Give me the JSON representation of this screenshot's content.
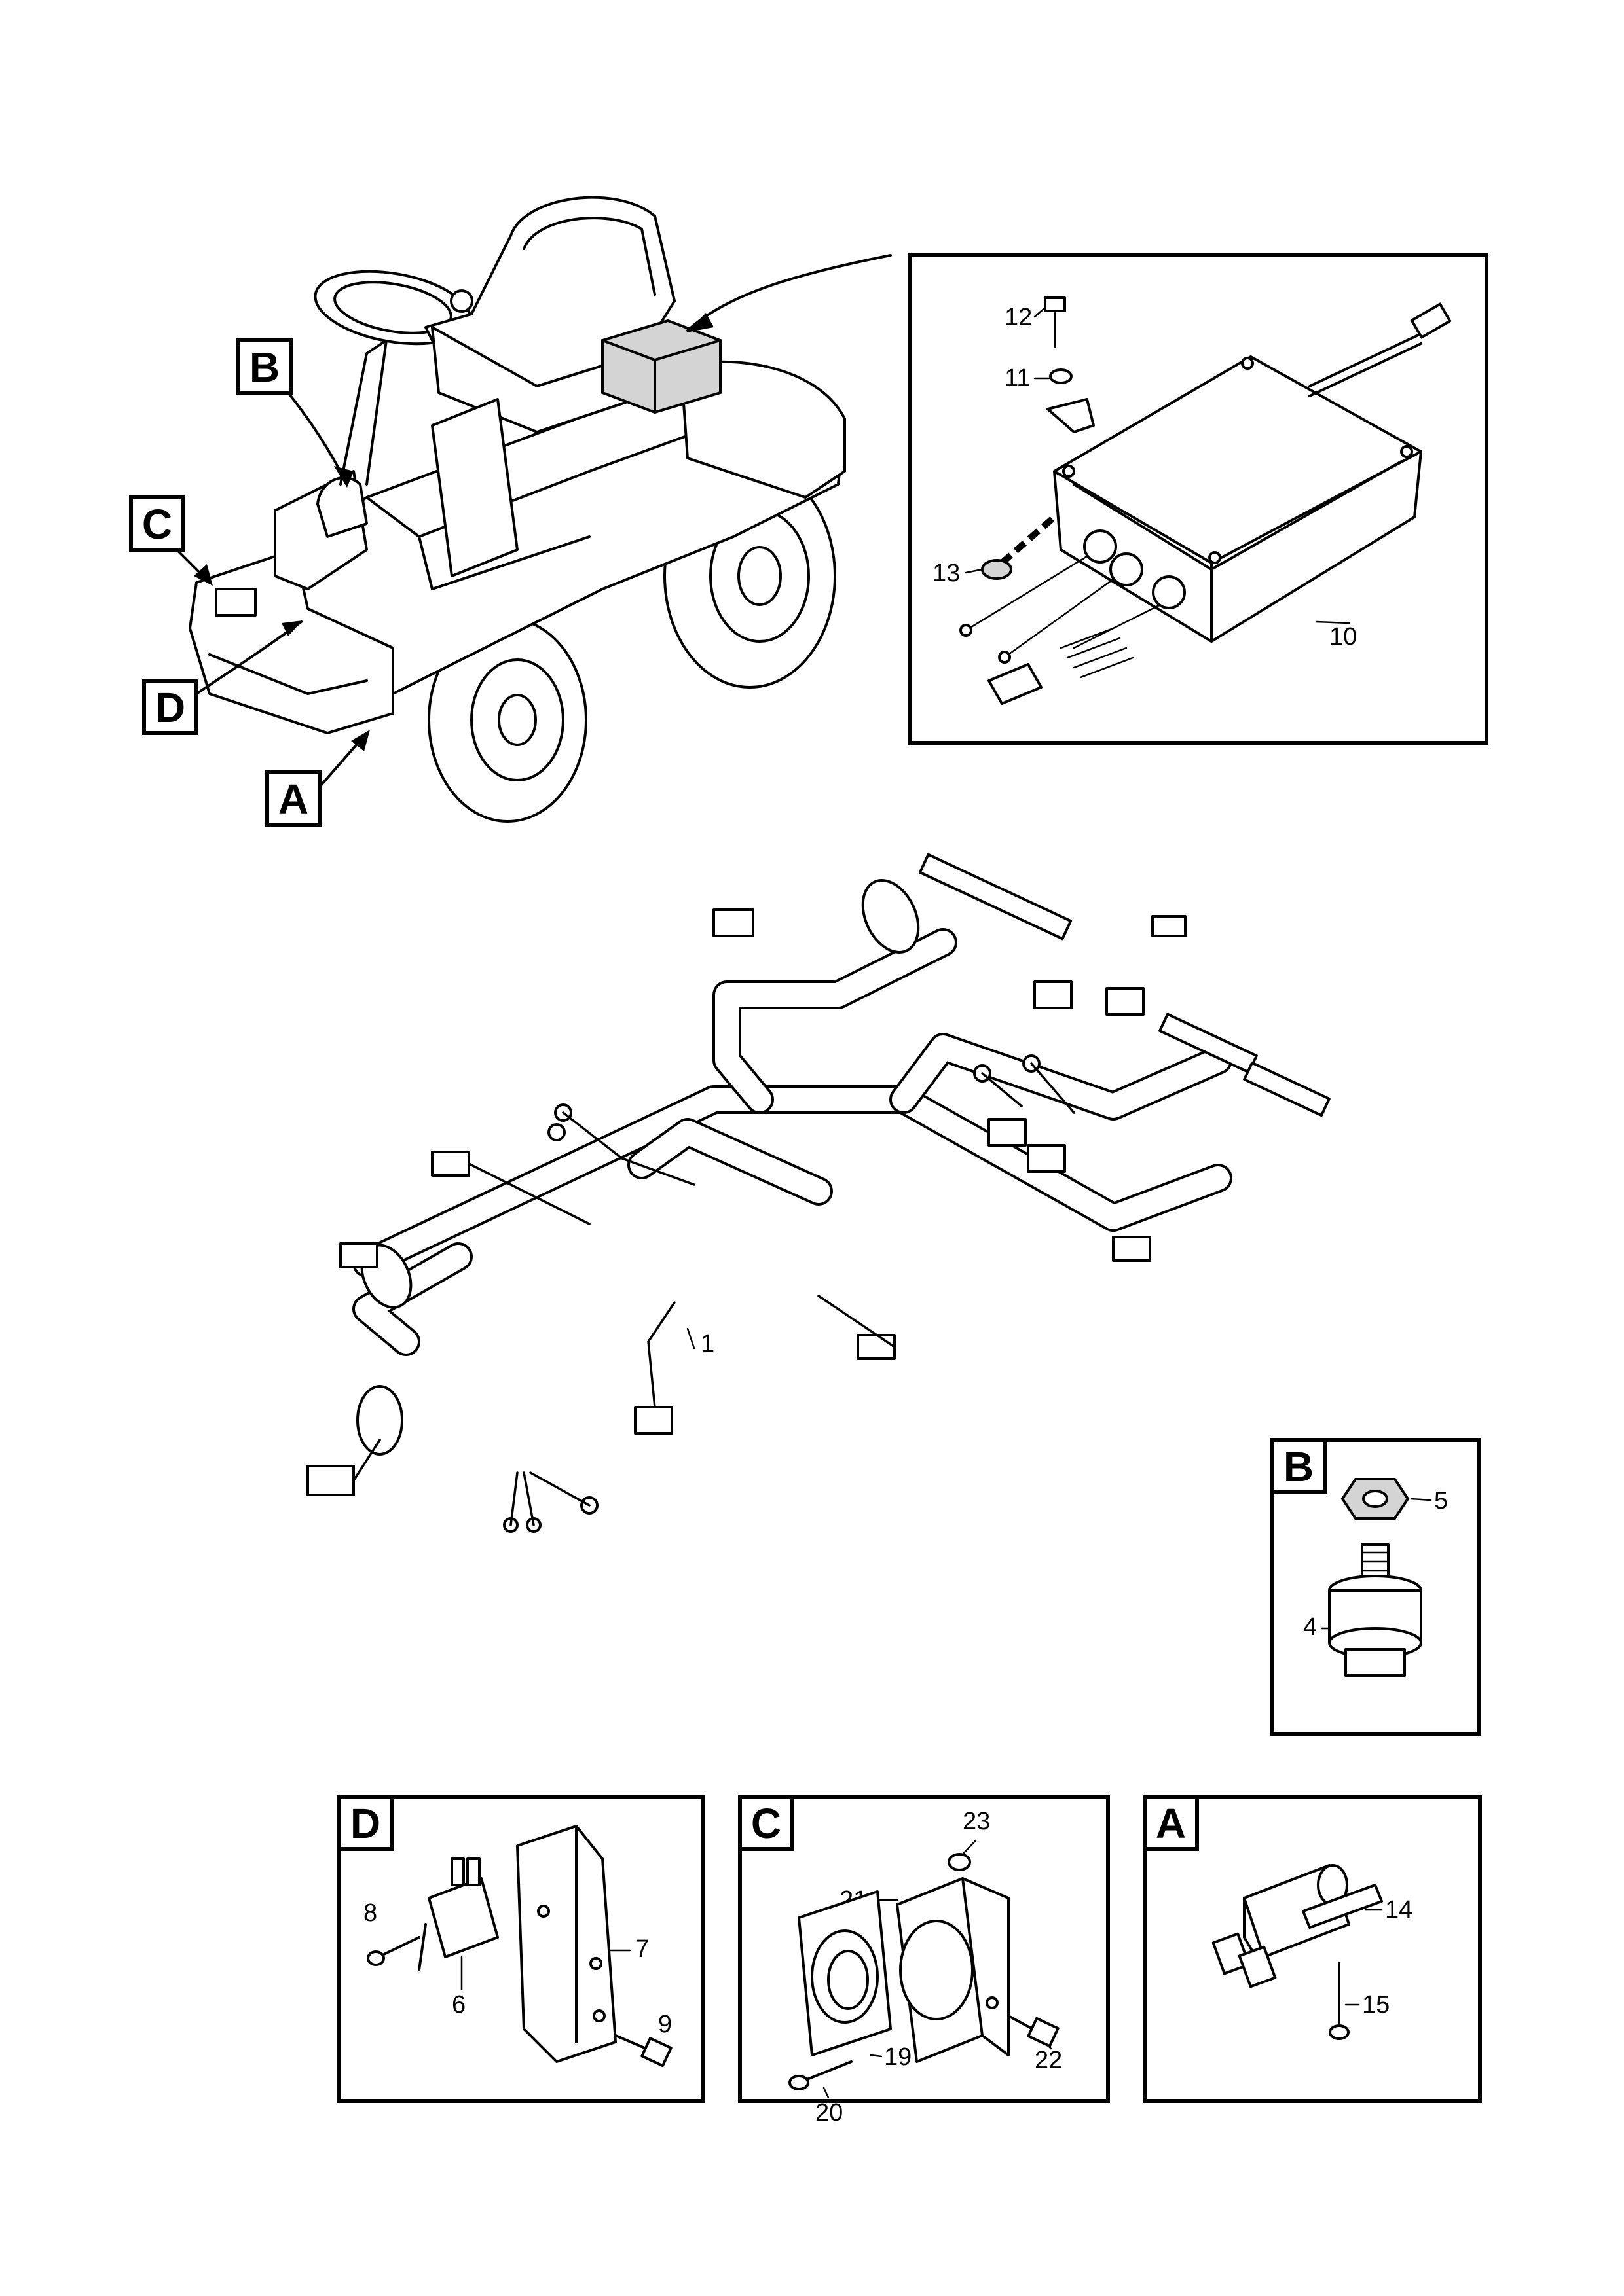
{
  "callouts": {
    "A": "A",
    "B": "B",
    "C": "C",
    "D": "D"
  },
  "part_numbers": {
    "p1": "1",
    "p4": "4",
    "p5": "5",
    "p6": "6",
    "p7": "7",
    "p8": "8",
    "p9": "9",
    "p10": "10",
    "p11": "11",
    "p12": "12",
    "p13": "13",
    "p14": "14",
    "p15": "15",
    "p19": "19",
    "p20": "20",
    "p21": "21",
    "p22": "22",
    "p23": "23"
  },
  "detail_labels": {
    "B": "B",
    "D": "D",
    "C": "C",
    "A": "A"
  },
  "icons": {
    "mower": "riding-mower-illustration",
    "control_box": "electronic-control-box",
    "harness": "wiring-harness",
    "pressure_switch": "pressure-switch",
    "micro_switch": "micro-switch",
    "socket": "trailer-socket",
    "solenoid": "solenoid"
  },
  "colors": {
    "line": "#000000",
    "highlight": "#d4d4d4",
    "background": "#ffffff"
  }
}
